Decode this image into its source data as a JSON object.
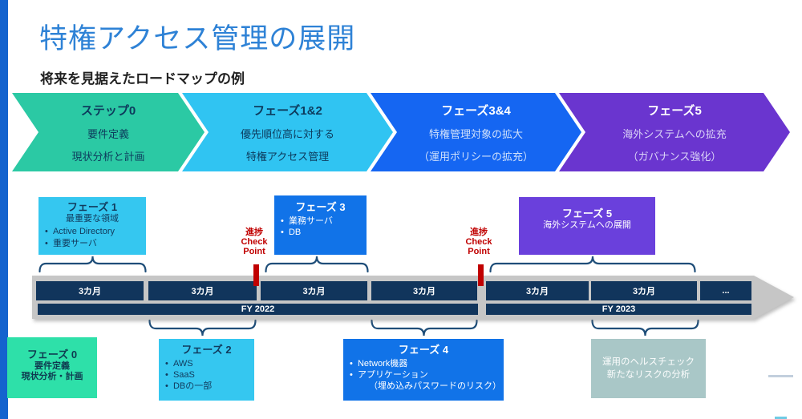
{
  "header": {
    "title": "特権アクセス管理の展開",
    "subtitle": "将来を見据えたロードマップの例"
  },
  "chevrons": [
    {
      "title": "ステップ0",
      "lines": [
        "要件定義",
        "現状分析と計画"
      ]
    },
    {
      "title": "フェーズ1&2",
      "lines": [
        "優先順位高に対する",
        "特権アクセス管理"
      ]
    },
    {
      "title": "フェーズ3&4",
      "lines": [
        "特権管理対象の拡大",
        "（運用ポリシーの拡充）"
      ]
    },
    {
      "title": "フェーズ5",
      "lines": [
        "海外システムへの拡充",
        "（ガバナンス強化）"
      ]
    }
  ],
  "checkpoint": {
    "lines": [
      "進捗",
      "Check",
      "Point"
    ]
  },
  "upper_boxes": {
    "phase1": {
      "title": "フェーズ 1",
      "subtitle": "最重要な領域",
      "bullets": [
        "Active Directory",
        "重要サーバ"
      ]
    },
    "phase3": {
      "title": "フェーズ 3",
      "bullets": [
        "業務サーバ",
        "DB"
      ]
    },
    "phase5": {
      "title": "フェーズ 5",
      "subtitle": "海外システムへの展開"
    }
  },
  "timeline": {
    "segments": [
      "3カ月",
      "3カ月",
      "3カ月",
      "3カ月",
      "3カ月",
      "3カ月",
      "..."
    ],
    "years": [
      "FY 2022",
      "FY 2023"
    ]
  },
  "lower_boxes": {
    "phase0": {
      "title": "フェーズ 0",
      "lines": [
        "要件定義",
        "現状分析・計画"
      ]
    },
    "phase2": {
      "title": "フェーズ 2",
      "bullets": [
        "AWS",
        "SaaS",
        "DBの一部"
      ]
    },
    "phase4": {
      "title": "フェーズ 4",
      "bullets": [
        "Network機器",
        "アプリケーション"
      ],
      "note": "（埋め込みパスワードのリスク）"
    },
    "health": {
      "lines": [
        "運用のヘルスチェック",
        "新たなリスクの分析"
      ]
    }
  },
  "colors": {
    "accent_teal": "#2BC9A4",
    "accent_cyan": "#30C4F2",
    "accent_blue": "#1566F2",
    "accent_purple": "#6A35CF",
    "timeline_navy": "#11355C",
    "timeline_gray": "#C6C6C6",
    "checkpoint_red": "#C00000",
    "health_sage": "#A9C7C7",
    "title_blue": "#2E82D6"
  }
}
